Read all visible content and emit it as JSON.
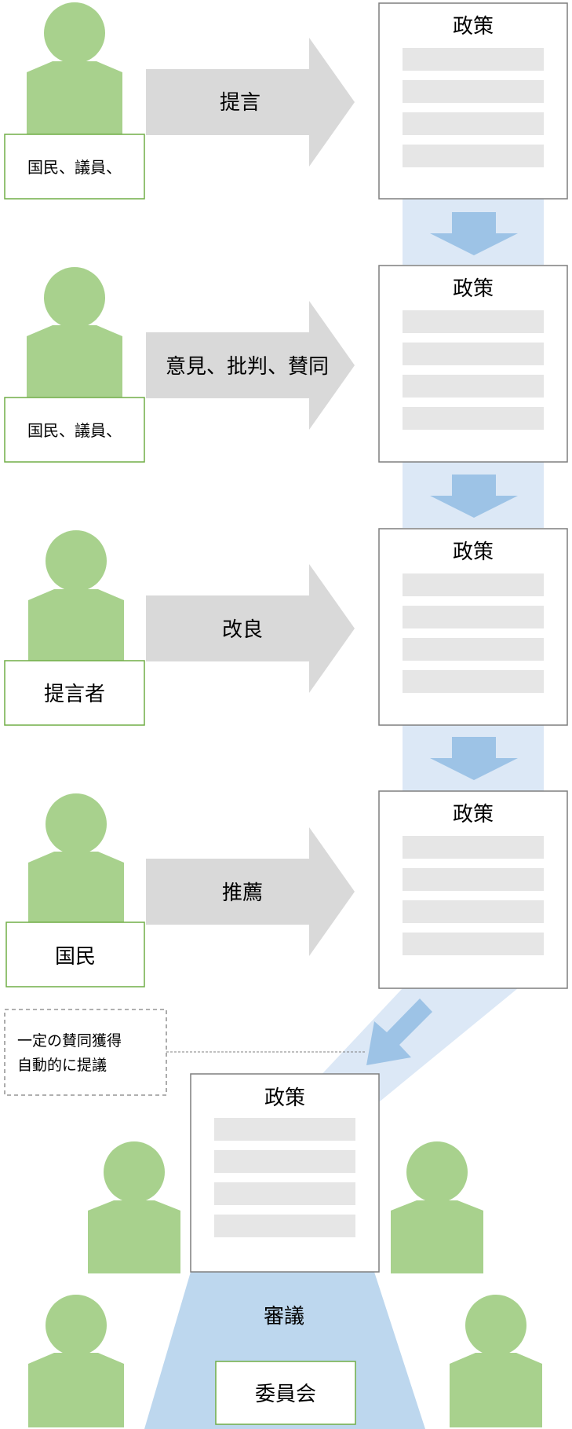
{
  "stages": [
    {
      "actor": "国民、議員、",
      "action": "提言",
      "document": "政策"
    },
    {
      "actor": "国民、議員、",
      "action": "意見、批判、賛同",
      "document": "政策"
    },
    {
      "actor": "提言者",
      "action": "改良",
      "document": "政策"
    },
    {
      "actor": "国民",
      "action": "推薦",
      "document": "政策"
    }
  ],
  "note": {
    "line1": "一定の賛同獲得",
    "line2": "自動的に提議"
  },
  "final": {
    "document": "政策",
    "process": "審議",
    "body": "委員会"
  },
  "colors": {
    "person": "#a8d18d",
    "name_border": "#70ad47",
    "arrow": "#d9d9d9",
    "flow_band": "#dce8f6",
    "flow_arrow": "#9dc3e6",
    "deliberation": "#bdd7ee"
  }
}
